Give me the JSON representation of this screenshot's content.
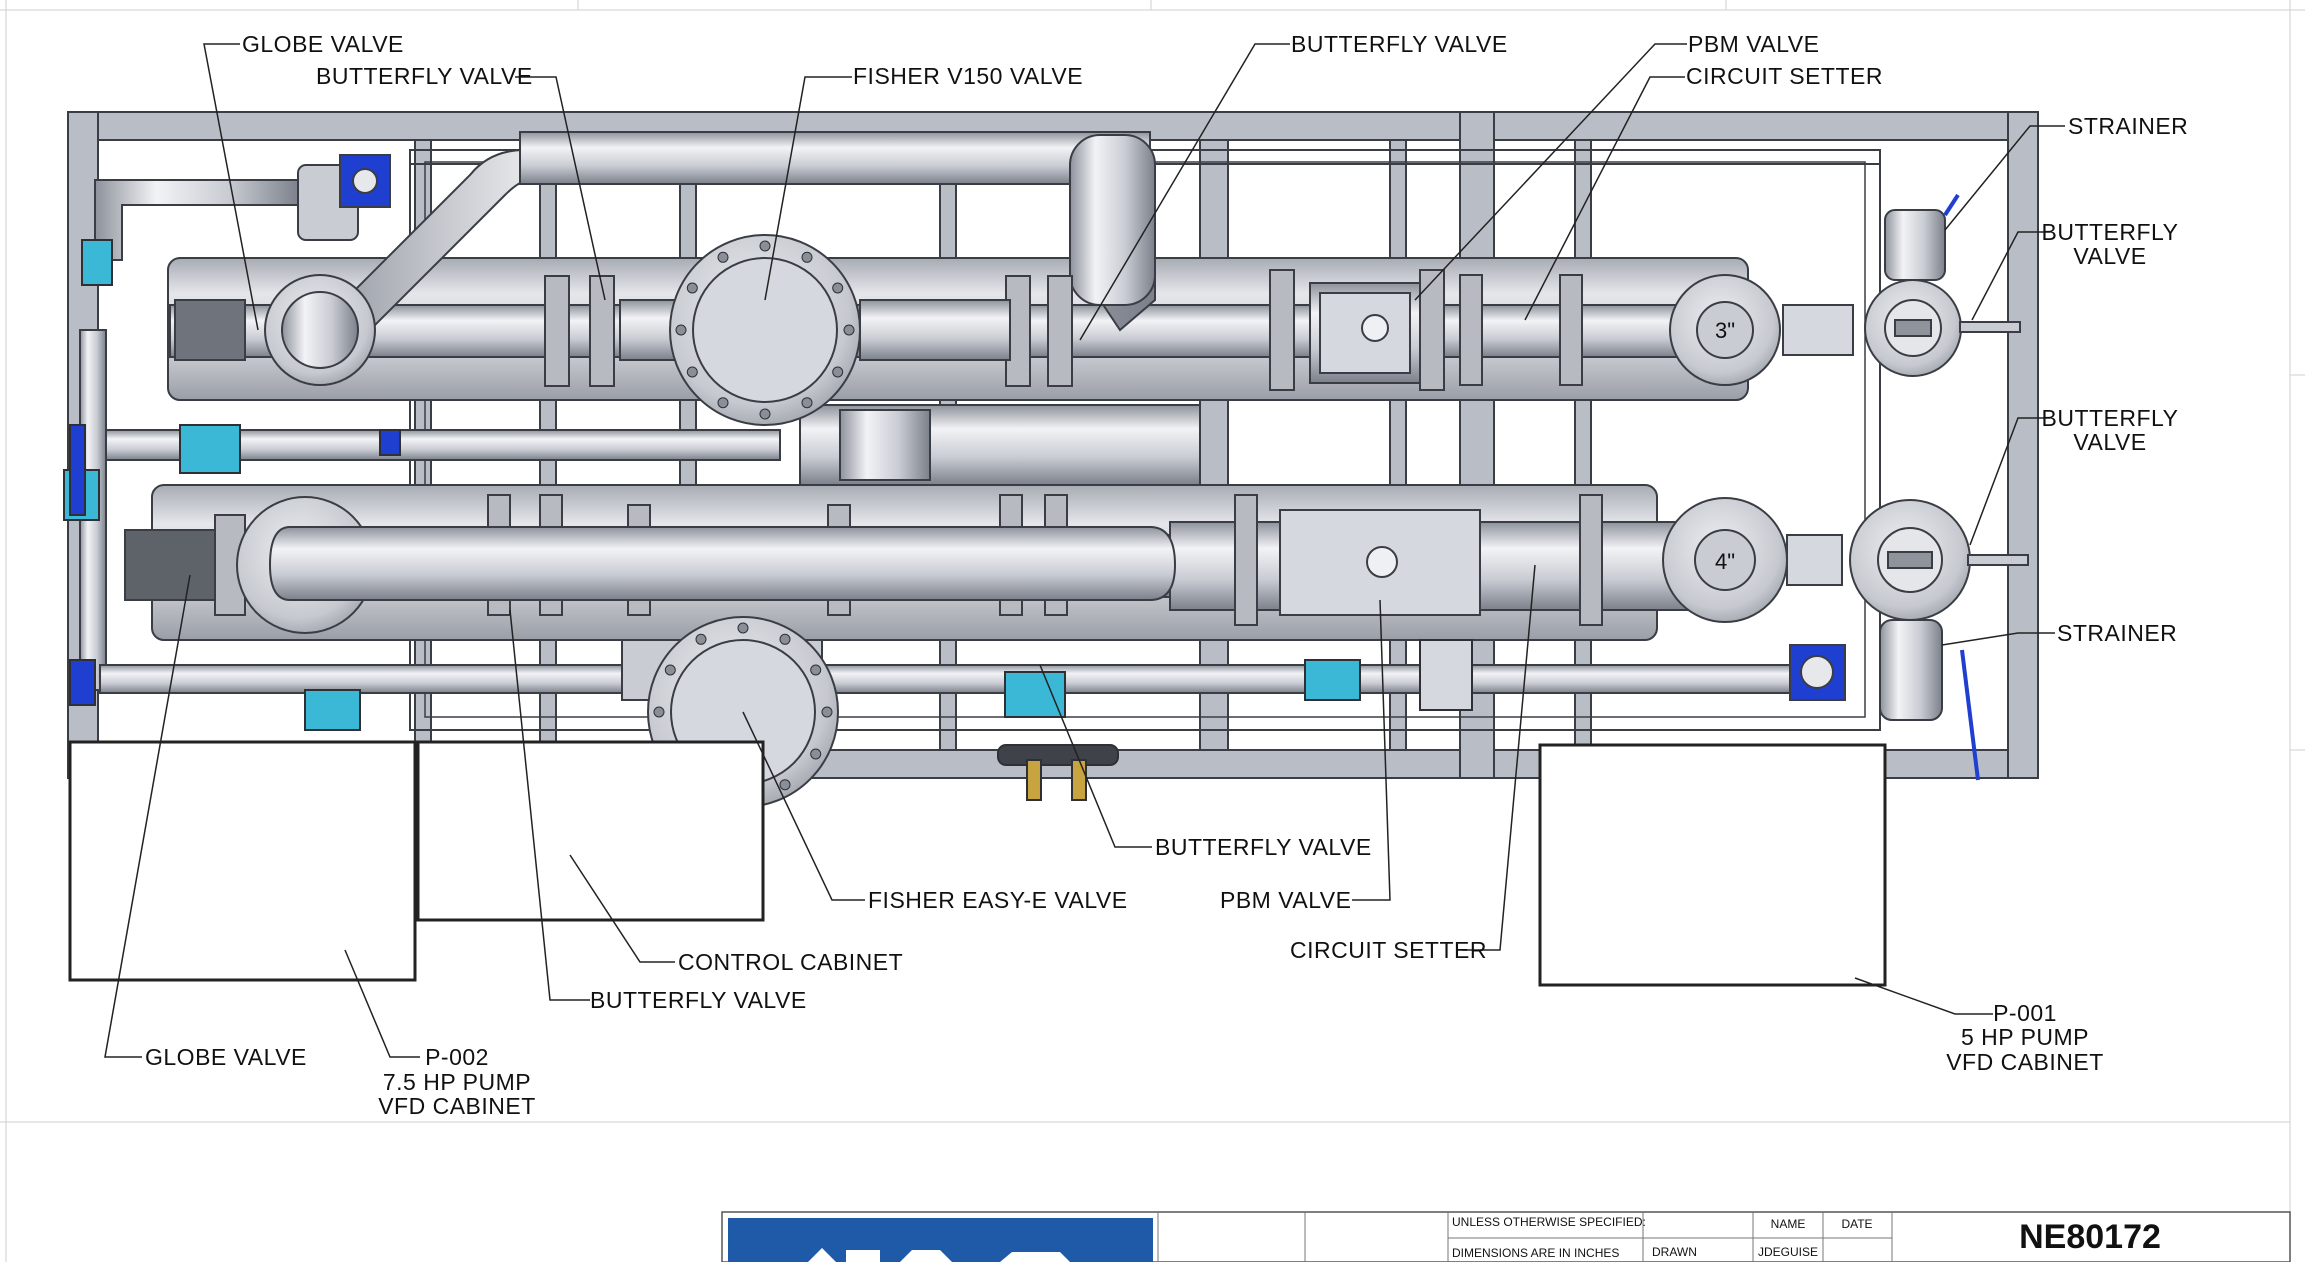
{
  "labels": {
    "globe_valve_top": "GLOBE VALVE",
    "butterfly_valve_top_left": "BUTTERFLY VALVE",
    "fisher_v150": "FISHER V150 VALVE",
    "butterfly_valve_top_center": "BUTTERFLY VALVE",
    "pbm_valve_top": "PBM VALVE",
    "circuit_setter_top": "CIRCUIT SETTER",
    "strainer_top": "STRAINER",
    "butterfly_valve_right_upper": [
      "BUTTERFLY",
      "VALVE"
    ],
    "butterfly_valve_right_lower": [
      "BUTTERFLY",
      "VALVE"
    ],
    "strainer_bottom": "STRAINER",
    "butterfly_valve_bottom_center": "BUTTERFLY VALVE",
    "fisher_easy_e": "FISHER EASY-E VALVE",
    "pbm_valve_bottom": "PBM VALVE",
    "circuit_setter_bottom": "CIRCUIT SETTER",
    "control_cabinet": "CONTROL CABINET",
    "butterfly_valve_bottom_left": "BUTTERFLY VALVE",
    "globe_valve_bottom": "GLOBE VALVE",
    "p002": [
      "P-002",
      "7.5 HP PUMP",
      "VFD CABINET"
    ],
    "p001": [
      "P-001",
      "5 HP PUMP",
      "VFD CABINET"
    ]
  },
  "pipe_sizes": {
    "upper": "3\"",
    "lower": "4\""
  },
  "title_block": {
    "unless_specified": "UNLESS OTHERWISE SPECIFIED:",
    "dimensions": "DIMENSIONS ARE IN INCHES",
    "name_header": "NAME",
    "date_header": "DATE",
    "drawn_label": "DRAWN",
    "drawn_name": "JDEGUISE",
    "drawing_number": "NE80172"
  },
  "colors": {
    "frame": "#b9bec6",
    "pipe": "#d3d6dd",
    "valve_blue": "#1e3fd0",
    "valve_teal": "#3bb8d6",
    "logo_blue": "#1f5aa8"
  }
}
